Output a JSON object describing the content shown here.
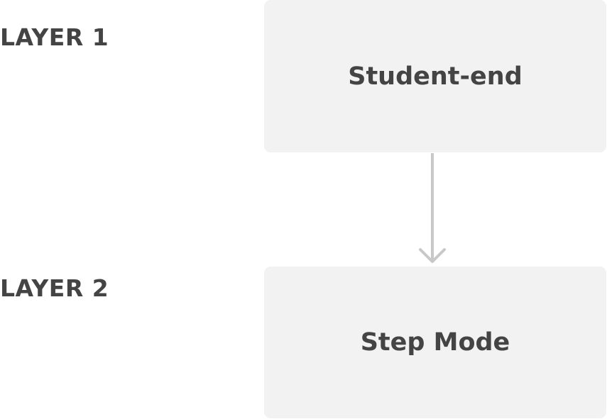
{
  "layers": [
    {
      "label": "LAYER 1",
      "box_text": "Student-end"
    },
    {
      "label": "LAYER 2",
      "box_text": "Step Mode"
    }
  ],
  "colors": {
    "box_fill": "#f2f2f2",
    "text": "#444444",
    "arrow": "#c8c8c8"
  },
  "connector": {
    "from": "Student-end",
    "to": "Step Mode",
    "icon": "arrow-down-icon"
  }
}
